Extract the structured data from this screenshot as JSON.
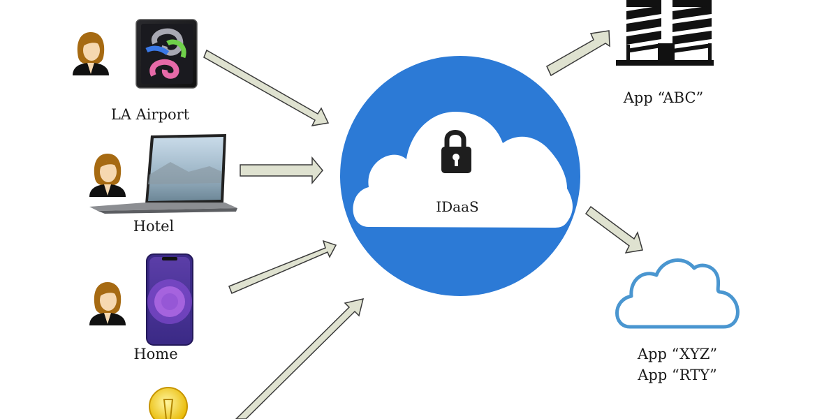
{
  "diagram": {
    "hub": {
      "label": "IDaaS",
      "icon": "lock-icon",
      "circle_color": "#2c7ad6",
      "cloud_color": "#ffffff"
    },
    "sources": [
      {
        "label": "LA Airport",
        "device": "tablet",
        "user_icon": "user-avatar-icon"
      },
      {
        "label": "Hotel",
        "device": "laptop",
        "user_icon": "user-avatar-icon"
      },
      {
        "label": "Home",
        "device": "smartphone",
        "user_icon": "user-avatar-icon"
      },
      {
        "label": "",
        "device": "light-bulb",
        "user_icon": ""
      }
    ],
    "targets": [
      {
        "lines": [
          "App “ABC”"
        ],
        "icon": "building-icon"
      },
      {
        "lines": [
          "App “XYZ”",
          "App “RTY”"
        ],
        "icon": "cloud-outline-icon",
        "stroke_color": "#4a96d0"
      }
    ],
    "arrow_fill": "#dfe2d0",
    "arrow_stroke": "#3a3a3a"
  }
}
